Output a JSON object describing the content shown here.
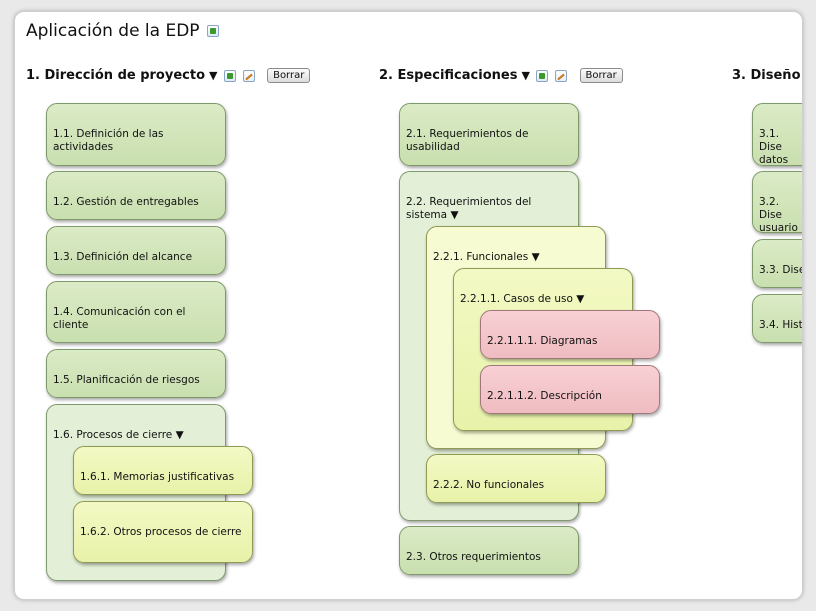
{
  "app": {
    "title": "Aplicación de la EDP"
  },
  "columns": [
    {
      "title": "1. Dirección de proyecto",
      "delete_label": "Borrar"
    },
    {
      "title": "2. Especificaciones",
      "delete_label": "Borrar"
    },
    {
      "title": "3. Diseño"
    }
  ],
  "toggle_glyph": "▼",
  "c1": {
    "n1": "1.1. Definición de las actividades",
    "n2": "1.2. Gestión de entregables",
    "n3": "1.3. Definición del alcance",
    "n4": "1.4. Comunicación con el cliente",
    "n5": "1.5. Planificación de riesgos",
    "n6": "1.6. Procesos de cierre",
    "n6_1": "1.6.1. Memorias justificativas",
    "n6_2": "1.6.2. Otros procesos de cierre"
  },
  "c2": {
    "n1": "2.1. Requerimientos de usabilidad",
    "n2": "2.2. Requerimientos del sistema",
    "n2_1": "2.2.1. Funcionales",
    "n2_1_1": "2.2.1.1. Casos de uso",
    "n2_1_1_1": "2.2.1.1.1. Diagramas",
    "n2_1_1_2": "2.2.1.1.2. Descripción",
    "n2_2": "2.2.2. No funcionales",
    "n3": "2.3. Otros requerimientos"
  },
  "c3": {
    "n1": "3.1. Dise datos",
    "n2": "3.2. Dise usuario",
    "n3": "3.3. Dise",
    "n4": "3.4. Hist"
  }
}
